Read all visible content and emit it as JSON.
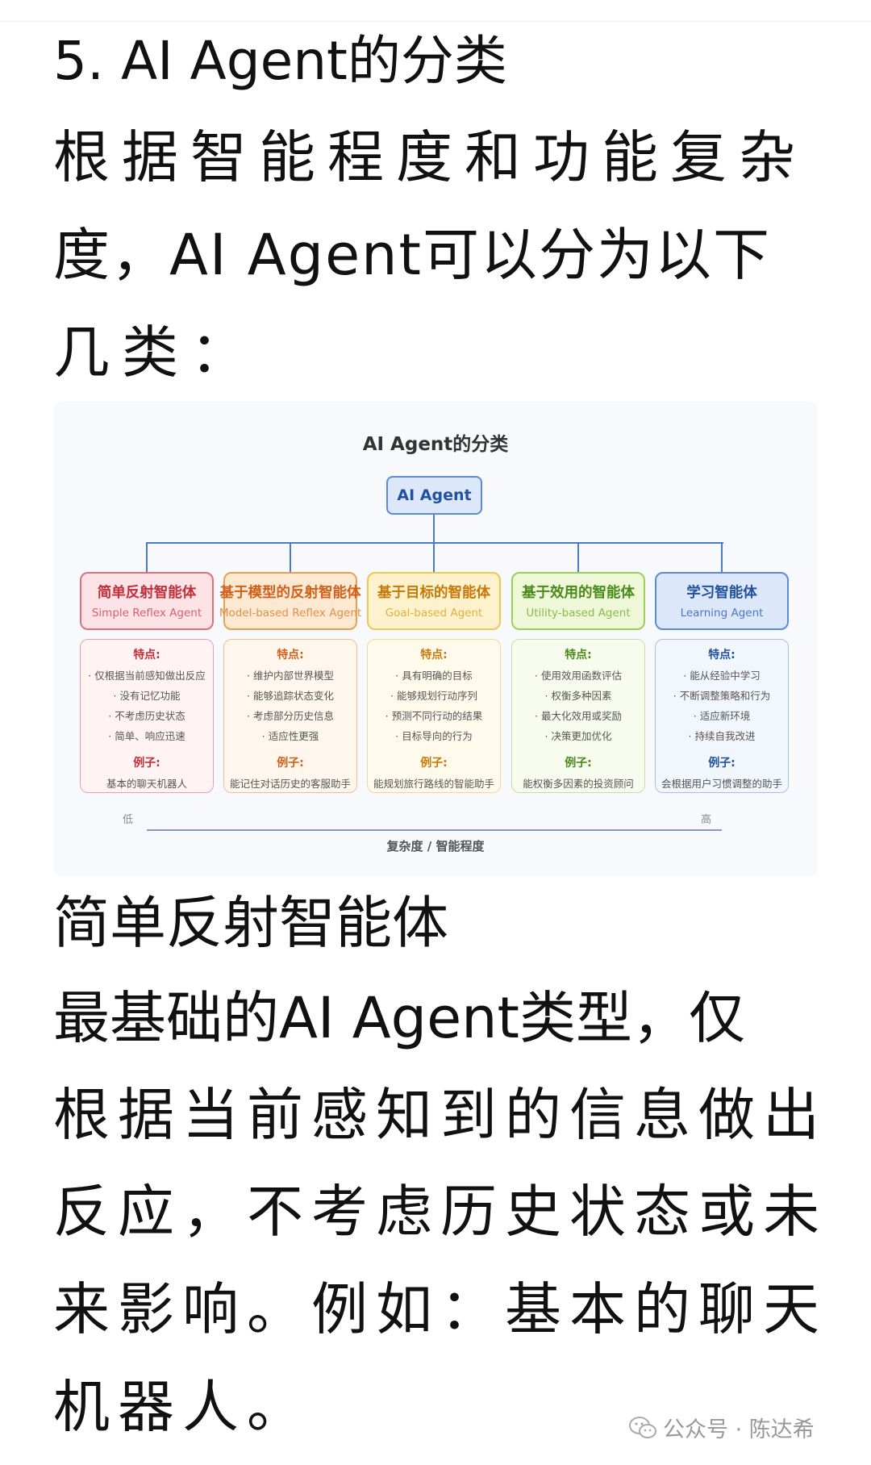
{
  "heading": "5. AI Agent的分类",
  "intro_lines": [
    "根据智能程度和功能复杂",
    "度，AI Agent可以分为以下",
    "几类："
  ],
  "diagram": {
    "title": "AI Agent的分类",
    "root": "AI Agent",
    "features_label": "特点:",
    "example_label": "例子:",
    "low": "低",
    "high": "高",
    "axis_label": "复杂度 / 智能程度",
    "categories": [
      {
        "cn": "简单反射智能体",
        "en": "Simple Reflex Agent",
        "color": "#c0303a",
        "sub": "#d86070",
        "border": "#e07078",
        "bg": "#fde3e6",
        "dbg": "#fff3f4",
        "dborder": "#eaa0a8",
        "items": [
          "仅根据当前感知做出反应",
          "没有记忆功能",
          "不考虑历史状态",
          "简单、响应迅速"
        ],
        "example": "基本的聊天机器人"
      },
      {
        "cn": "基于模型的反射智能体",
        "en": "Model-based Reflex Agent",
        "color": "#d0601a",
        "sub": "#e0904a",
        "border": "#e8a050",
        "bg": "#fde9d2",
        "dbg": "#fff7ee",
        "dborder": "#f0c090",
        "items": [
          "维护内部世界模型",
          "能够追踪状态变化",
          "考虑部分历史信息",
          "适应性更强"
        ],
        "example": "能记住对话历史的客服助手"
      },
      {
        "cn": "基于目标的智能体",
        "en": "Goal-based Agent",
        "color": "#c8780a",
        "sub": "#e0b040",
        "border": "#f0c850",
        "bg": "#fdf2cc",
        "dbg": "#fffaeb",
        "dborder": "#f2d890",
        "items": [
          "具有明确的目标",
          "能够规划行动序列",
          "预测不同行动的结果",
          "目标导向的行为"
        ],
        "example": "能规划旅行路线的智能助手"
      },
      {
        "cn": "基于效用的智能体",
        "en": "Utility-based Agent",
        "color": "#4a8a1a",
        "sub": "#8aba4a",
        "border": "#9cce5a",
        "bg": "#eef8d8",
        "dbg": "#f7fcee",
        "dborder": "#c4e0a0",
        "items": [
          "使用效用函数评估",
          "权衡多种因素",
          "最大化效用或奖励",
          "决策更加优化"
        ],
        "example": "能权衡多因素的投资顾问"
      },
      {
        "cn": "学习智能体",
        "en": "Learning Agent",
        "color": "#2050a0",
        "sub": "#4a78c0",
        "border": "#5a8ad8",
        "bg": "#dce8fa",
        "dbg": "#f2f6fd",
        "dborder": "#a8c0e8",
        "items": [
          "能从经验中学习",
          "不断调整策略和行为",
          "适应新环境",
          "持续自我改进"
        ],
        "example": "会根据用户习惯调整的助手"
      }
    ]
  },
  "section_heading": "简单反射智能体",
  "section_lines": [
    "最基础的AI Agent类型，仅",
    "根据当前感知到的信息做出",
    "反应，不考虑历史状态或未",
    "来影响。例如：基本的聊天",
    "机器人。"
  ],
  "watermark": "公众号 · 陈达希",
  "watermark_icon": "wechat-icon"
}
